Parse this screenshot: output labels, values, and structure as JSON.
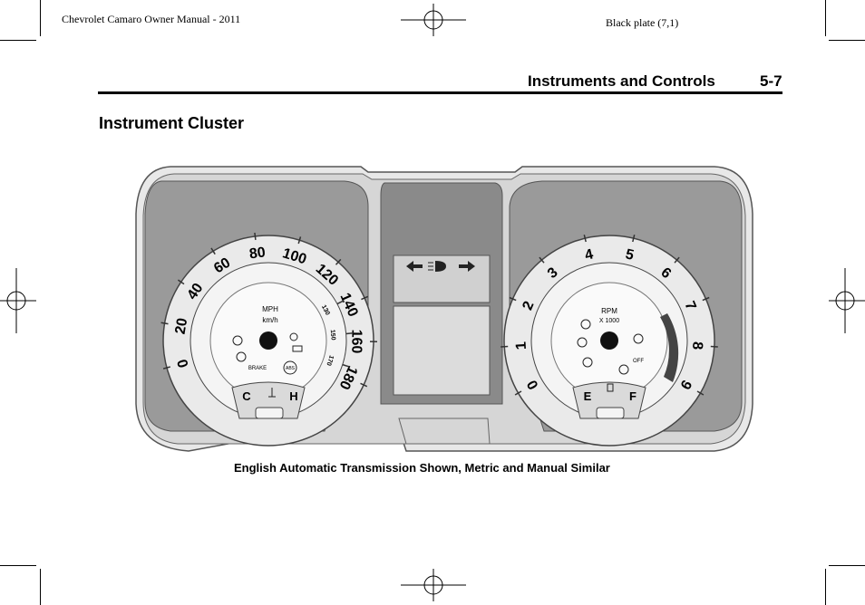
{
  "header": {
    "manual_title": "Chevrolet Camaro Owner Manual - 2011",
    "plate": "Black plate (7,1)",
    "section": "Instruments and Controls",
    "page_number": "5-7"
  },
  "heading": "Instrument Cluster",
  "figure": {
    "caption": "English Automatic Transmission Shown, Metric and Manual Similar",
    "speedometer": {
      "ticks": [
        "0",
        "20",
        "40",
        "60",
        "80",
        "100",
        "120",
        "140",
        "160",
        "180"
      ],
      "inner_ticks": [
        "130",
        "150",
        "170"
      ],
      "unit_primary": "MPH",
      "unit_secondary": "km/h",
      "brake_label": "BRAKE",
      "abs_label": "ABS",
      "temp_low": "C",
      "temp_high": "H"
    },
    "tachometer": {
      "ticks": [
        "0",
        "1",
        "2",
        "3",
        "4",
        "5",
        "6",
        "7",
        "8",
        "9"
      ],
      "unit": "RPM",
      "multiplier": "X 1000",
      "off_label": "OFF",
      "fuel_empty": "E",
      "fuel_full": "F"
    }
  }
}
